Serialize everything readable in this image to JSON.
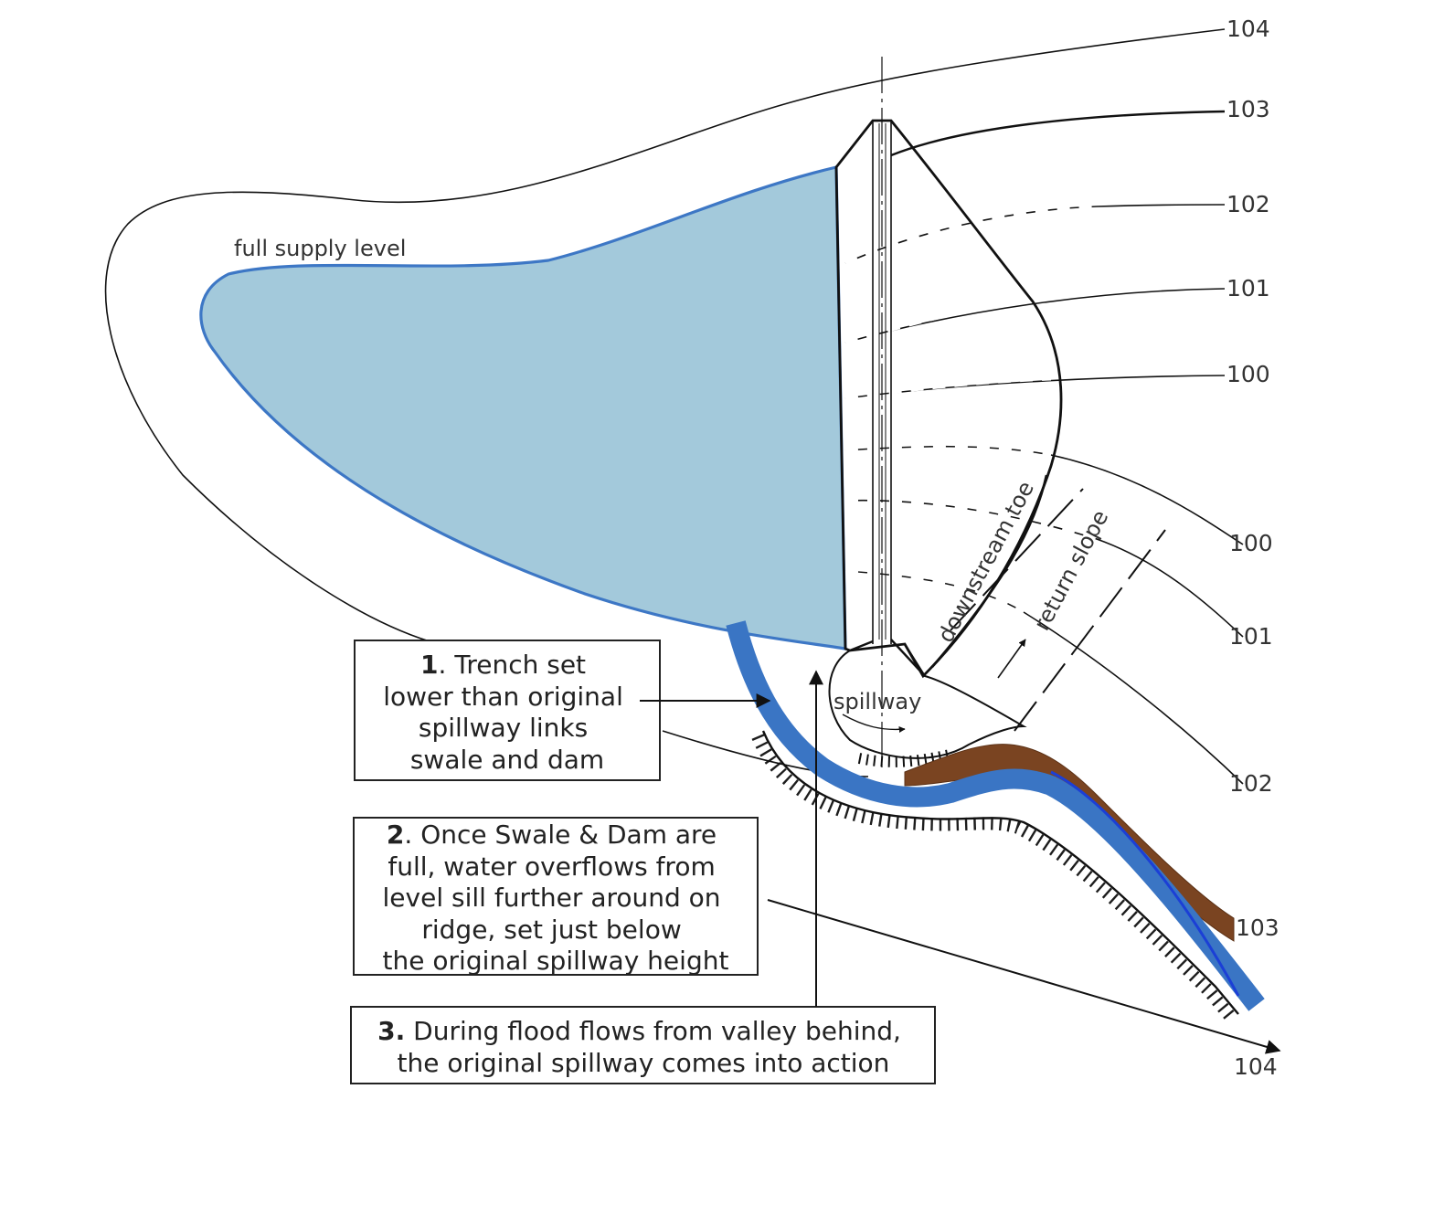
{
  "labels": {
    "full_supply_level": "full supply level",
    "downstream_toe": "downstream toe",
    "return_slope": "return slope",
    "spillway": "spillway"
  },
  "contours_right": [
    "104",
    "103",
    "102",
    "101",
    "100"
  ],
  "contours_lower": [
    "100",
    "101",
    "102",
    "103",
    "104"
  ],
  "callouts": [
    {
      "number": "1",
      "lines": [
        ". Trench set",
        "lower than original",
        "spillway links",
        "swale and dam"
      ]
    },
    {
      "number": "2",
      "lines": [
        ". Once Swale & Dam are",
        "full, water overflows from",
        "level sill further around on",
        "ridge, set just below",
        "the original spillway height"
      ]
    },
    {
      "number": "3.",
      "lines": [
        " During flood flows from valley behind,",
        "the original spillway comes into action"
      ]
    }
  ],
  "colors": {
    "water_fill": "#a3c9db",
    "water_edge": "#3d77c5",
    "trench_blue": "#3a75c4",
    "soil_brown": "#7a4421",
    "line": "#111111"
  }
}
